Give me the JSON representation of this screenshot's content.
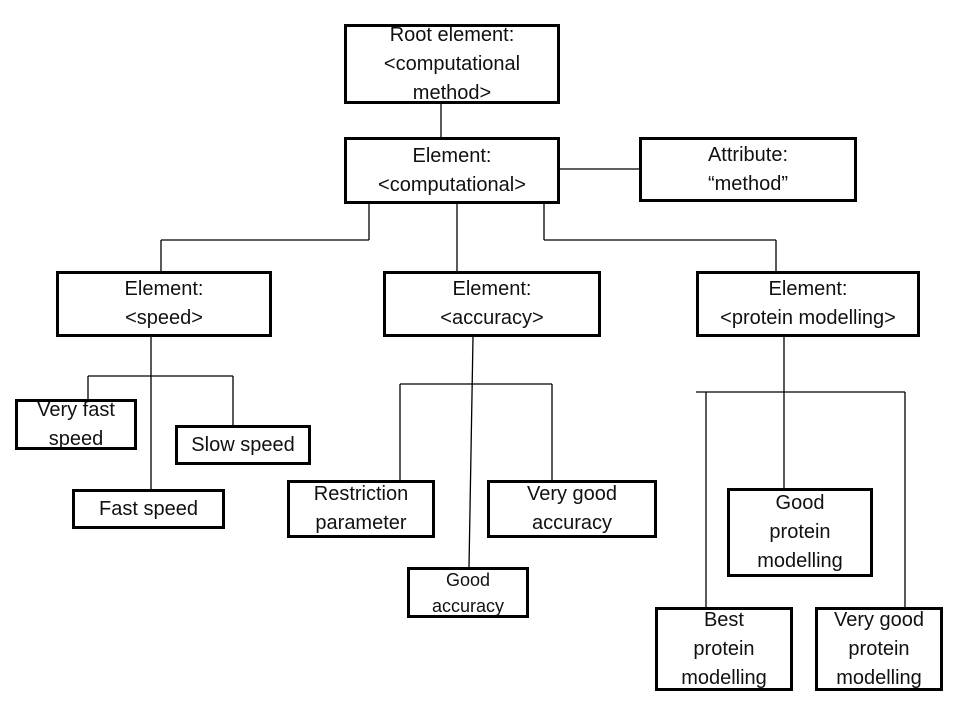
{
  "diagram": {
    "nodes": {
      "root": "Root element:\n<computational\nmethod>",
      "computational": "Element:\n<computational>",
      "attribute": "Attribute:\n“method”",
      "speed": "Element:\n<speed>",
      "accuracy": "Element:\n<accuracy>",
      "protein": "Element:\n<protein modelling>",
      "very_fast_speed": "Very fast\nspeed",
      "slow_speed": "Slow speed",
      "fast_speed": "Fast speed",
      "restriction_parameter": "Restriction\nparameter",
      "very_good_accuracy": "Very good\naccuracy",
      "good_accuracy": "Good\naccuracy",
      "good_protein_modelling": "Good\nprotein\nmodelling",
      "best_protein_modelling": "Best\nprotein\nmodelling",
      "very_good_protein_modelling": "Very good\nprotein\nmodelling"
    }
  }
}
